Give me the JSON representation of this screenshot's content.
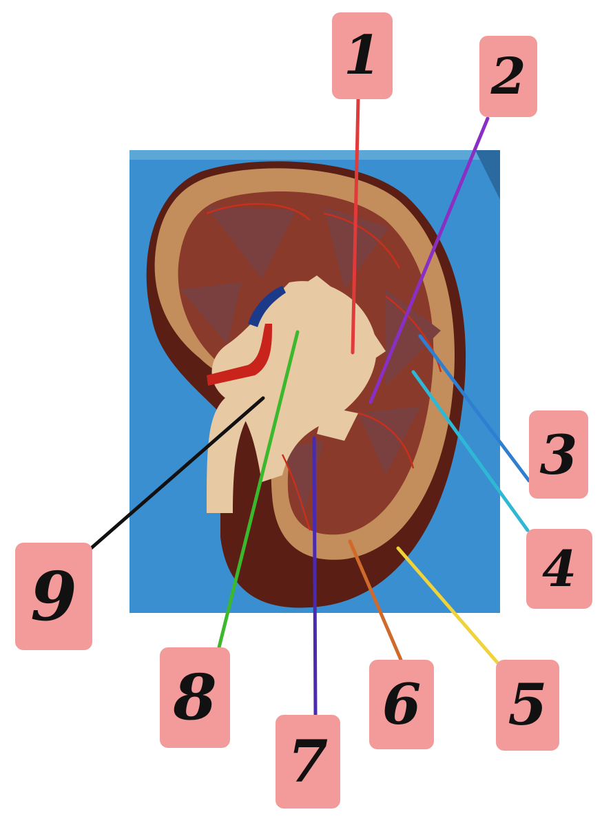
{
  "colors": {
    "background": "#ffffff",
    "photo_backdrop": "#3a8fd0",
    "label_fill": "#f39a9a",
    "label_text": "#111111"
  },
  "labels": [
    {
      "number": "1",
      "line_color": "#e03a3a"
    },
    {
      "number": "2",
      "line_color": "#8a2fc4"
    },
    {
      "number": "3",
      "line_color": "#2f7fd0"
    },
    {
      "number": "4",
      "line_color": "#2fb8d4"
    },
    {
      "number": "5",
      "line_color": "#f0d23a"
    },
    {
      "number": "6",
      "line_color": "#d06a2a"
    },
    {
      "number": "7",
      "line_color": "#4a2bb0"
    },
    {
      "number": "8",
      "line_color": "#3cb82c"
    },
    {
      "number": "9",
      "line_color": "#111111"
    }
  ]
}
